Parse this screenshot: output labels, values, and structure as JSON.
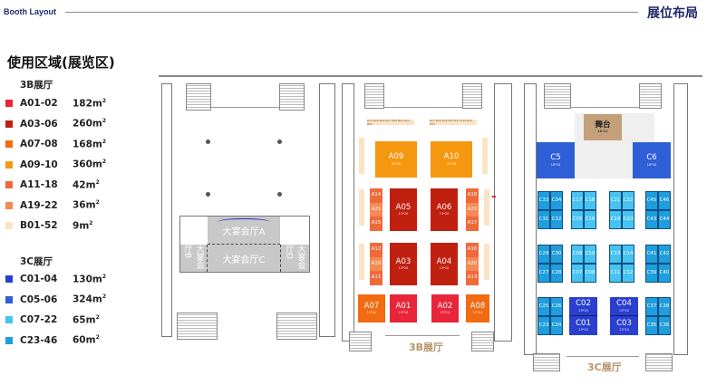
{
  "header": {
    "title_en": "Booth Layout",
    "title_cn": "展位布局"
  },
  "legend": {
    "title": "使用区域(展览区)",
    "groups": [
      {
        "name": "3B展厅",
        "items": [
          {
            "code": "A01-02",
            "area": "182",
            "color": "#e8253a"
          },
          {
            "code": "A03-06",
            "area": "260",
            "color": "#c0200f"
          },
          {
            "code": "A07-08",
            "area": "168",
            "color": "#f26b12"
          },
          {
            "code": "A09-10",
            "area": "360",
            "color": "#f5970f"
          },
          {
            "code": "A11-18",
            "area": "42",
            "color": "#ef6a3a"
          },
          {
            "code": "A19-22",
            "area": "36",
            "color": "#f48a55"
          },
          {
            "code": "B01-52",
            "area": "9",
            "color": "#fbe3c6"
          }
        ]
      },
      {
        "name": "3C展厅",
        "items": [
          {
            "code": "C01-04",
            "area": "130",
            "color": "#2a3fcf"
          },
          {
            "code": "C05-06",
            "area": "324",
            "color": "#2f5fd6"
          },
          {
            "code": "C07-22",
            "area": "65",
            "color": "#47c3f2"
          },
          {
            "code": "C23-46",
            "area": "60",
            "color": "#1f9ddc"
          }
        ]
      }
    ],
    "unit": "m²"
  },
  "map": {
    "banquet": {
      "a": "大宴会厅A",
      "b": "大宴会厅B",
      "c": "大宴会厅C",
      "d": "大宴会厅D"
    },
    "hall_3b": {
      "label": "3B展厅",
      "booths": {
        "A09": {
          "label": "A09",
          "size": "20*18"
        },
        "A10": {
          "label": "A10",
          "size": "20*18"
        },
        "A05": {
          "label": "A05",
          "size": "13*20"
        },
        "A06": {
          "label": "A06",
          "size": "13*20"
        },
        "A03": {
          "label": "A03",
          "size": "13*20"
        },
        "A04": {
          "label": "A04",
          "size": "13*20"
        },
        "A07": {
          "label": "A07",
          "size": "12*14"
        },
        "A01": {
          "label": "A01",
          "size": "13*14"
        },
        "A02": {
          "label": "A02",
          "size": "13*14"
        },
        "A08": {
          "label": "A08",
          "size": "12*14"
        },
        "A14": "A14",
        "A21": "A21",
        "A15": "A15",
        "A12": "A12",
        "A19": "A19",
        "A11": "A11",
        "A18": "A18",
        "A22": "A22",
        "A17": "A17",
        "A16": "A16",
        "A20": "A20",
        "A13": "A13"
      },
      "b_strip_top_left": "B10 B09 B08 B07 B06 B05 B04 B03",
      "b_strip_top_right": "B27 B28 B29 B30 B31 B32 B33 B34"
    },
    "hall_3c": {
      "label": "3C展厅",
      "stage": {
        "label": "舞台",
        "size": "18*12"
      },
      "C5": {
        "label": "C5",
        "size": "18*18"
      },
      "C6": {
        "label": "C6",
        "size": "18*18"
      },
      "C01": {
        "label": "C01",
        "size": "13*10"
      },
      "C02": {
        "label": "C02",
        "size": "13*10"
      },
      "C03": {
        "label": "C03",
        "size": "13*10"
      },
      "C04": {
        "label": "C04",
        "size": "13*10"
      },
      "quads": [
        [
          "C33",
          "C34",
          "C31",
          "C32"
        ],
        [
          "C17",
          "C18",
          "C15",
          "C16"
        ],
        [
          "C21",
          "C22",
          "C19",
          "C20"
        ],
        [
          "C45",
          "C46",
          "C43",
          "C44"
        ],
        [
          "C29",
          "C30",
          "C27",
          "C28"
        ],
        [
          "C09",
          "C10",
          "C07",
          "C08"
        ],
        [
          "C13",
          "C14",
          "C11",
          "C12"
        ],
        [
          "C41",
          "C42",
          "C39",
          "C40"
        ],
        [
          "C25",
          "C26",
          "C23",
          "C24"
        ],
        [
          "C37",
          "C38",
          "C35",
          "C36"
        ]
      ]
    }
  }
}
